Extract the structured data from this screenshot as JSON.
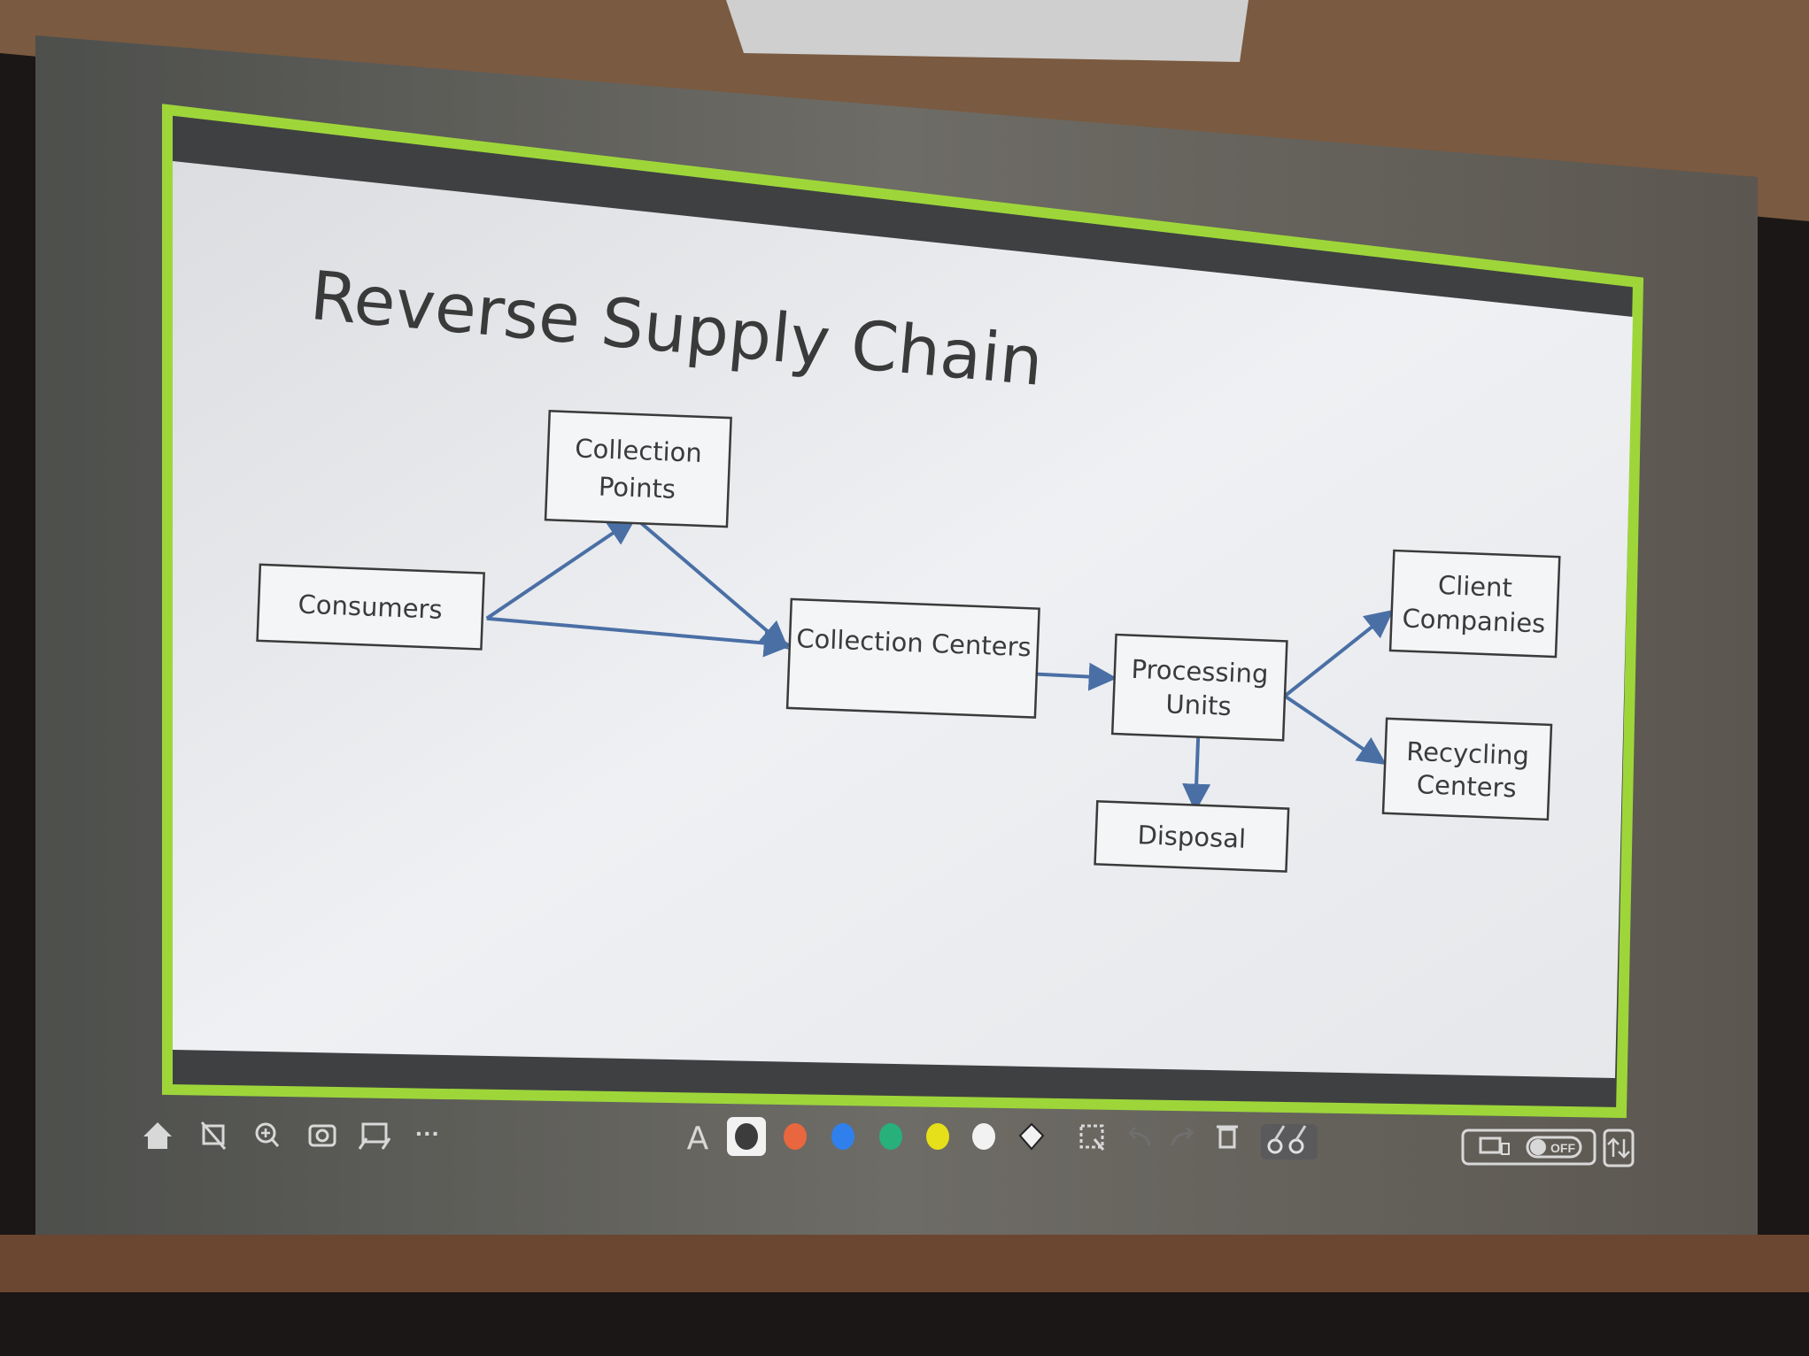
{
  "slide": {
    "title": "Reverse Supply Chain",
    "nodes": {
      "collection_points": [
        "Collection",
        "Points"
      ],
      "consumers": "Consumers",
      "collection_centers": "Collection Centers",
      "processing_units": [
        "Processing",
        "Units"
      ],
      "client_companies": [
        "Client",
        "Companies"
      ],
      "recycling_centers": [
        "Recycling",
        "Centers"
      ],
      "disposal": "Disposal"
    },
    "edges": [
      [
        "Consumers",
        "Collection Points"
      ],
      [
        "Collection Points",
        "Collection Centers"
      ],
      [
        "Consumers",
        "Collection Centers"
      ],
      [
        "Collection Centers",
        "Processing Units"
      ],
      [
        "Processing Units",
        "Client Companies"
      ],
      [
        "Processing Units",
        "Recycling Centers"
      ],
      [
        "Processing Units",
        "Disposal"
      ]
    ],
    "arrow_color": "#4a6fa5",
    "frame_color": "#9ed63a"
  },
  "toolbar": {
    "left_icons": [
      "home-icon",
      "screen-off-icon",
      "zoom-in-icon",
      "camera-icon",
      "screen-cast-icon",
      "more-icon"
    ],
    "more_label": "···",
    "text_tool_label": "A",
    "pen_colors": [
      "#3c3c3c",
      "#e8673e",
      "#2f80ed",
      "#27b07a",
      "#e6e01a",
      "#f2f2f2"
    ],
    "toggle_label": "OFF"
  }
}
